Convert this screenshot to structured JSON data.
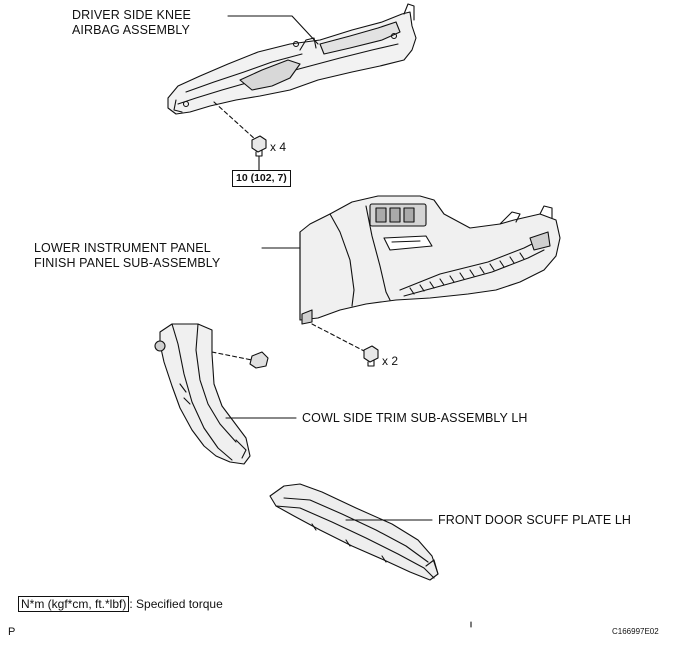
{
  "labels": {
    "knee_airbag_line1": "DRIVER SIDE KNEE",
    "knee_airbag_line2": "AIRBAG ASSEMBLY",
    "lower_panel_line1": "LOWER INSTRUMENT PANEL",
    "lower_panel_line2": "FINISH PANEL SUB-ASSEMBLY",
    "cowl_side_trim": "COWL SIDE TRIM SUB-ASSEMBLY LH",
    "scuff_plate": "FRONT DOOR SCUFF PLATE LH"
  },
  "callouts": {
    "bolt_qty_airbag": "x 4",
    "bolt_qty_panel": "x 2",
    "torque_value": "10 (102, 7)"
  },
  "legend": {
    "torque_units": "N*m (kgf*cm, ft.*lbf)",
    "torque_desc": ": Specified torque"
  },
  "footer": {
    "page_marker": "P",
    "figure_id": "C166997E02"
  }
}
